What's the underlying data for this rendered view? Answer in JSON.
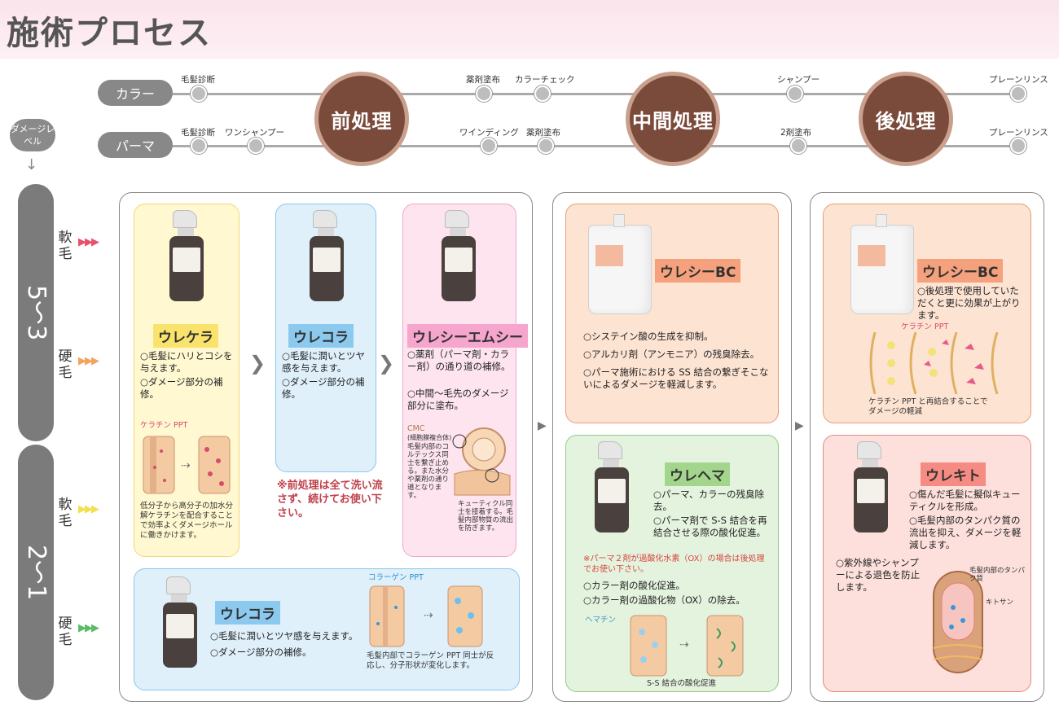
{
  "page": {
    "title": "施術プロセス"
  },
  "process": {
    "color_label": "カラー",
    "perm_label": "パーマ",
    "color_steps": [
      "毛髪診断",
      "薬剤塗布",
      "カラーチェック",
      "シャンプー",
      "プレーンリンス"
    ],
    "perm_steps": [
      "毛髪診断",
      "ワンシャンプー",
      "ワインディング",
      "薬剤塗布",
      "2剤塗布",
      "プレーンリンス"
    ],
    "phases": [
      "前処理",
      "中間処理",
      "後処理"
    ]
  },
  "damage": {
    "badge": "ダメージレベル",
    "arrow": "↓",
    "level_high": "5〜3",
    "level_low": "2〜1",
    "hair_labels": [
      "軟毛",
      "硬毛",
      "軟毛",
      "硬毛"
    ],
    "triangles": "▶▶▶",
    "triangle_colors": [
      "#e8506b",
      "#f4a35a",
      "#f2e04d",
      "#5fba6a"
    ]
  },
  "pre": {
    "kera": {
      "name": "ウレケラ",
      "desc1": "○毛髪にハリとコシを与えます。",
      "desc2": "○ダメージ部分の補修。",
      "ppt_label": "ケラチン PPT",
      "note": "低分子から高分子の加水分解ケラチンを配合することで効率よくダメージホールに働きかけます。"
    },
    "kora_top": {
      "name": "ウレコラ",
      "desc1": "○毛髪に潤いとツヤ感を与えます。",
      "desc2": "○ダメージ部分の補修。"
    },
    "cmc": {
      "name": "ウレシーエムシー",
      "desc1": "○薬剤（パーマ剤・カラー剤）の通り道の補修。",
      "desc2": "○中間〜毛先のダメージ部分に塗布。",
      "cmc_label": "CMC",
      "cmc_sub": "(細胞膜複合体)",
      "note1": "毛髪内部のコルテックス同士を繋ぎ止める。また水分や薬剤の通り道となります。",
      "note2": "キューティクル同士を接着する。毛髪内部物質の流出を防ぎます。"
    },
    "caution": "※前処理は全て洗い流さず、続けてお使い下さい。",
    "kora_bottom": {
      "name": "ウレコラ",
      "desc1": "○毛髪に潤いとツヤ感を与えます。",
      "desc2": "○ダメージ部分の補修。",
      "ppt_label": "コラーゲン PPT",
      "note": "毛髪内部でコラーゲン PPT 同士が反応し、分子形状が変化します。"
    }
  },
  "mid": {
    "bc": {
      "name": "ウレシーBC",
      "desc1": "○システイン酸の生成を抑制。",
      "desc2": "○アルカリ剤（アンモニア）の残臭除去。",
      "desc3": "○パーマ施術における SS 結合の繋ぎそこないによるダメージを軽減します。"
    },
    "hema": {
      "name": "ウレヘマ",
      "desc1": "○パーマ、カラーの残臭除去。",
      "desc2": "○パーマ剤で S-S 結合を再結合させる際の酸化促進。",
      "warn": "※パーマ２剤が過酸化水素（OX）の場合は後処理でお使い下さい。",
      "desc3": "○カラー剤の酸化促進。",
      "desc4": "○カラー剤の過酸化物（OX）の除去。",
      "hema_label": "ヘマチン",
      "caption": "S-S 結合の酸化促進"
    }
  },
  "post": {
    "bc": {
      "name": "ウレシーBC",
      "desc1": "○後処理で使用していただくと更に効果が上がります。",
      "ppt_label": "ケラチン PPT",
      "caption": "ケラチン PPT と再結合することでダメージの軽減"
    },
    "kito": {
      "name": "ウレキト",
      "desc1": "○傷んだ毛髪に擬似キューティクルを形成。",
      "desc2": "○毛髪内部のタンパク質の流出を抑え、ダメージを軽減します。",
      "desc3": "○紫外線やシャンプーによる退色を防止します。",
      "label1": "毛髪内部のタンパク質",
      "label2": "キトサン"
    }
  },
  "ui": {
    "chevron": "❯",
    "arrow": "▶",
    "swap": "⇢"
  }
}
